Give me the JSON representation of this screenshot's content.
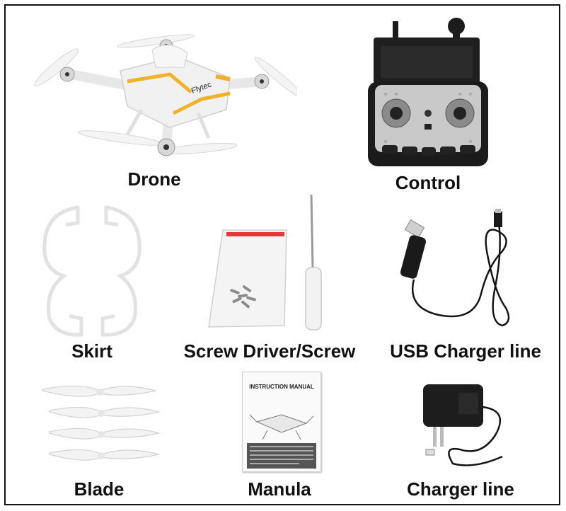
{
  "items": [
    {
      "label": "Drone",
      "brand": "Flytec"
    },
    {
      "label": "Control"
    },
    {
      "label": "Skirt"
    },
    {
      "label": "Screw Driver/Screw"
    },
    {
      "label": "USB Charger line"
    },
    {
      "label": "Blade"
    },
    {
      "label": "Manula",
      "cover_title": "INSTRUCTION MANUAL"
    },
    {
      "label": "Charger line"
    }
  ],
  "colors": {
    "accent": "#f2b12a",
    "body": "#f1f1f1",
    "dark": "#1b1b1b",
    "silver": "#c9c9c9"
  }
}
